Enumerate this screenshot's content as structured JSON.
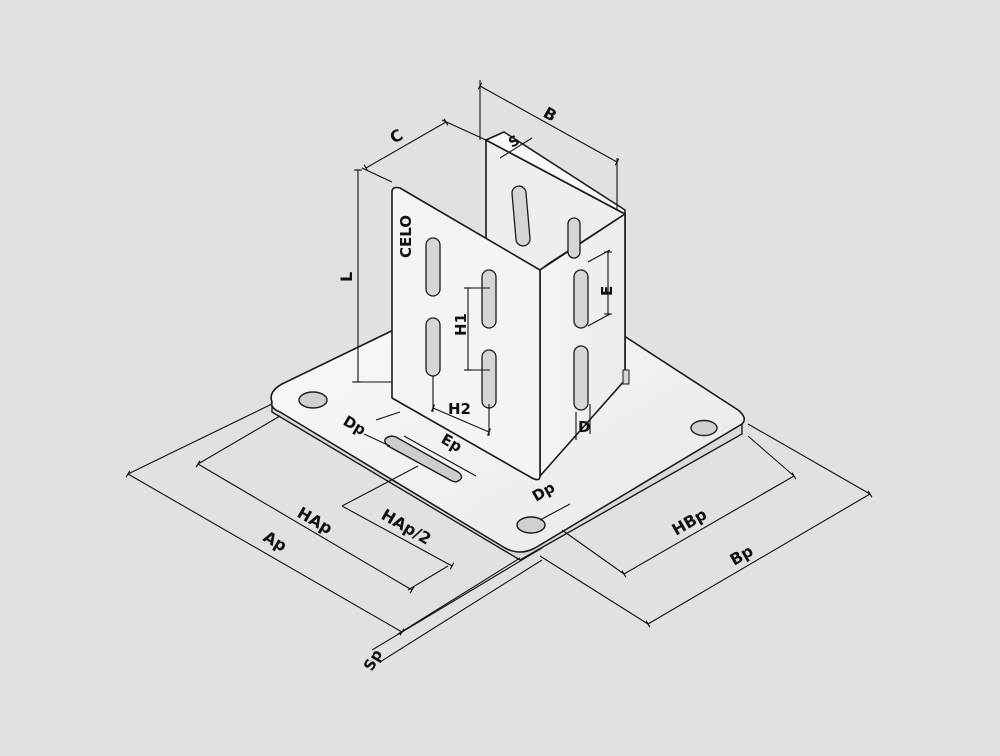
{
  "brand": "CELO",
  "labels": {
    "B": "B",
    "S": "S",
    "C": "C",
    "L": "L",
    "E": "E",
    "H1": "H1",
    "H2": "H2",
    "D": "D",
    "Dp_left": "Dp",
    "Ep": "Ep",
    "Dp_front": "Dp",
    "HAp": "HAp",
    "HAp_half": "HAp/2",
    "Ap": "Ap",
    "HBp": "HBp",
    "Bp": "Bp",
    "Sp": "Sp"
  },
  "colors": {
    "background": "#e1e1e1",
    "metal_light": "#f6f6f6",
    "metal_mid": "#ececec",
    "line": "#111111"
  }
}
